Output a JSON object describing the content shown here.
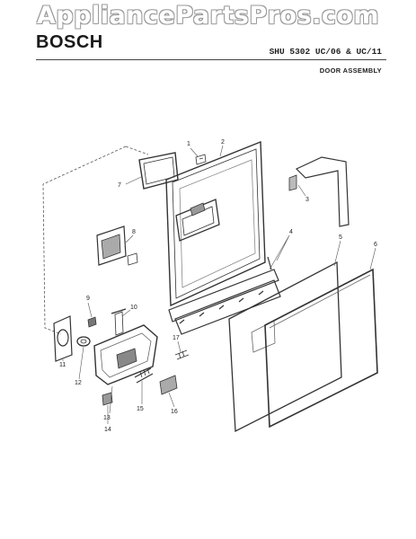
{
  "watermark": "AppliancePartsPros.com",
  "brand": "BOSCH",
  "model": "SHU 5302 UC/06 & UC/11",
  "section": "DOOR ASSEMBLY",
  "callouts": {
    "c1": "1",
    "c2": "2",
    "c3": "3",
    "c4": "4",
    "c5": "5",
    "c6": "6",
    "c7": "7",
    "c8": "8",
    "c9": "9",
    "c10": "10",
    "c11": "11",
    "c12": "12",
    "c13": "13",
    "c14": "14",
    "c15": "15",
    "c16": "16",
    "c17": "17"
  }
}
